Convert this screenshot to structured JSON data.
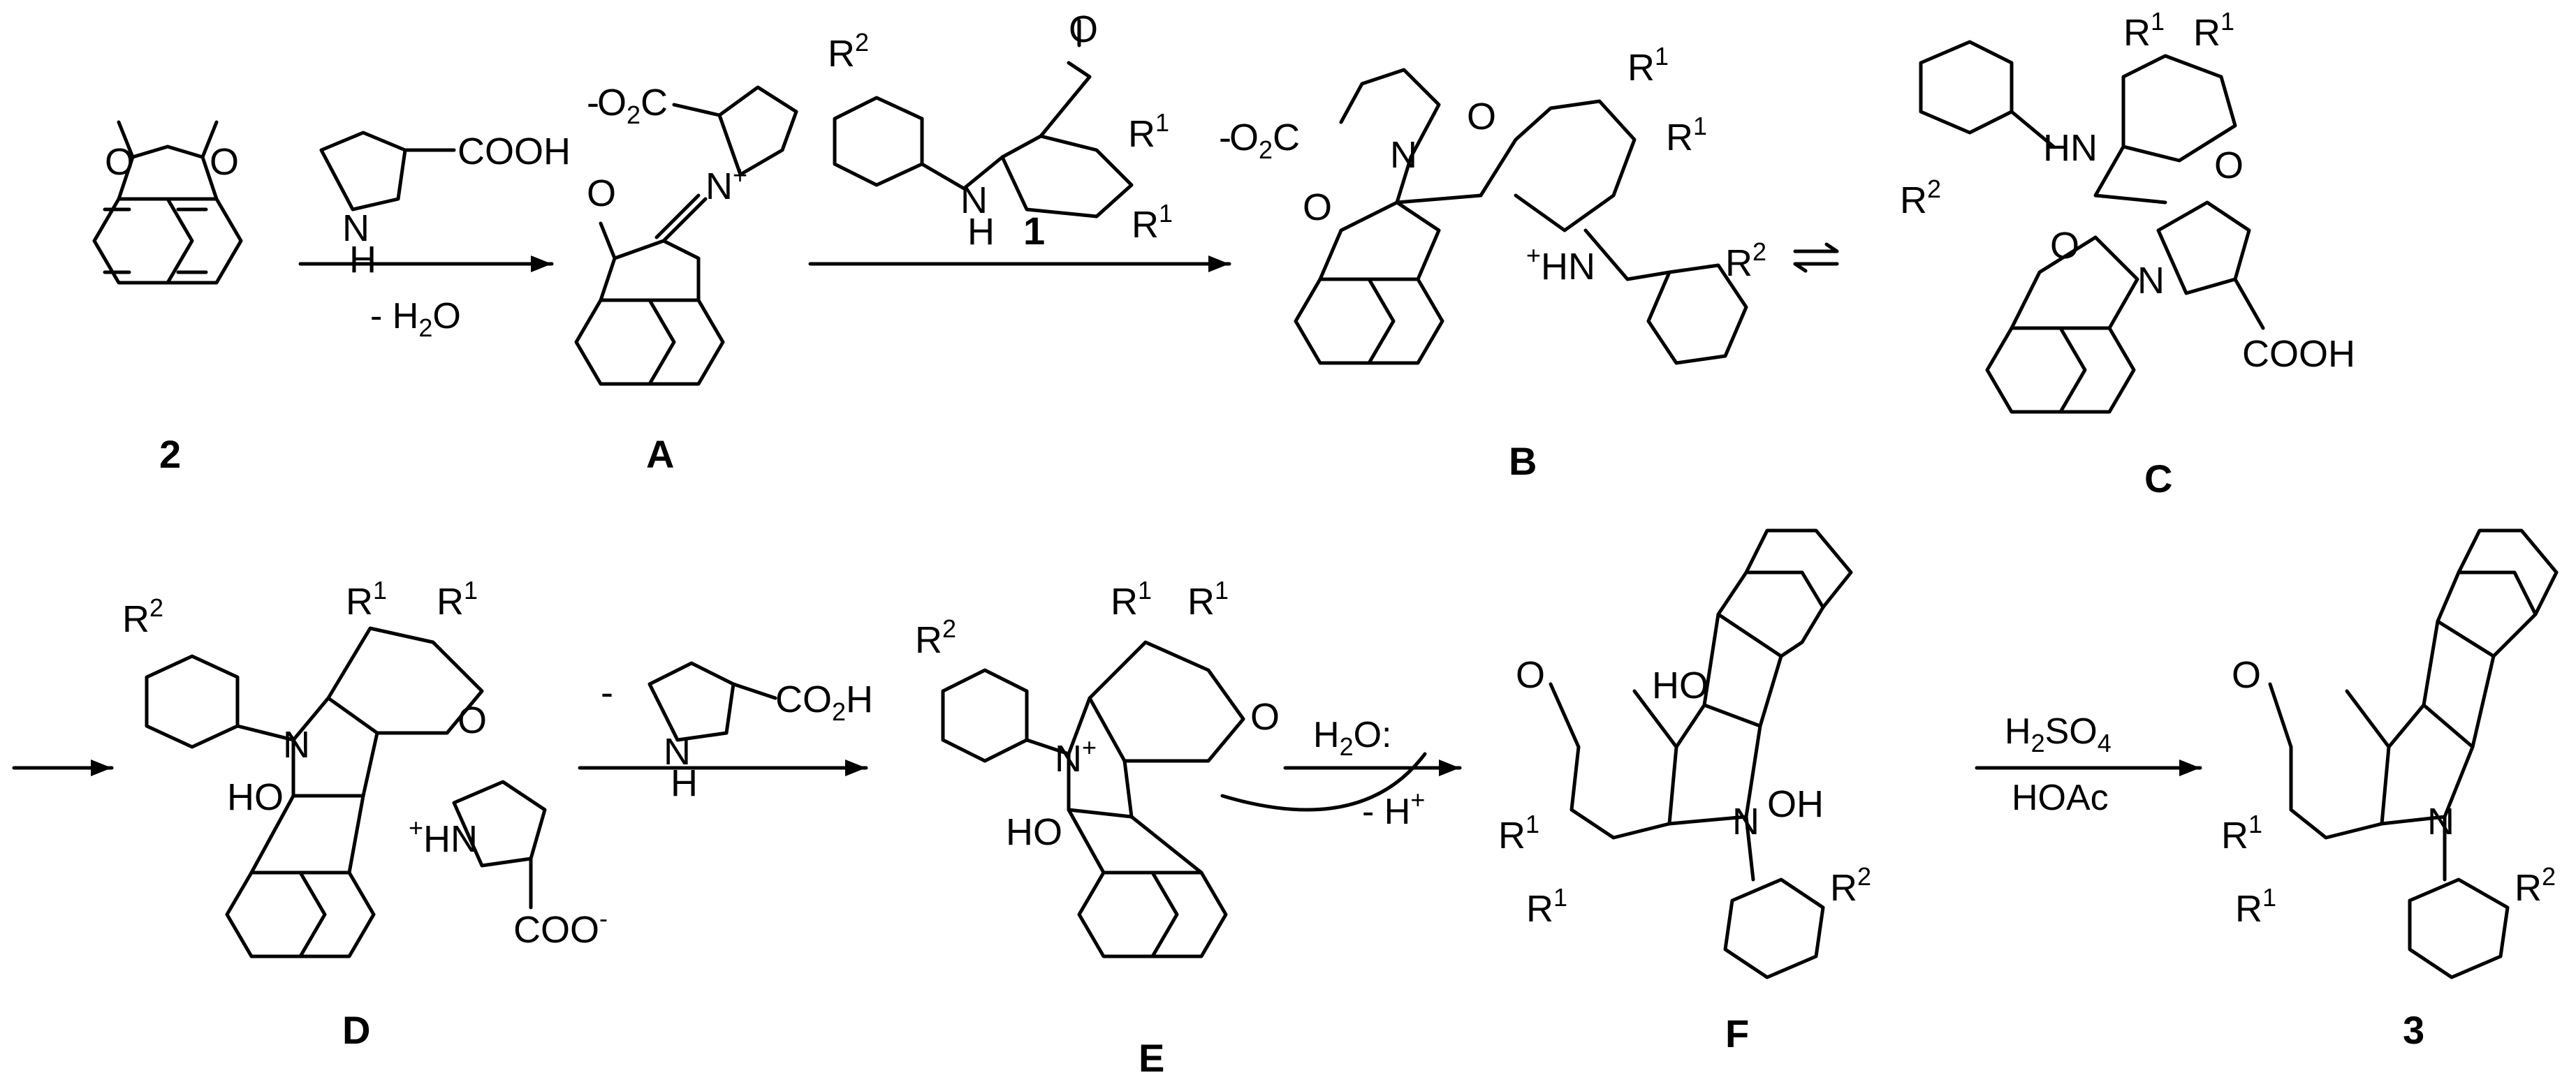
{
  "scheme": {
    "compound_labels": {
      "c2": "2",
      "A": "A",
      "B": "B",
      "C": "C",
      "D": "D",
      "E": "E",
      "F": "F",
      "c3": "3",
      "reagent1": "1"
    },
    "conditions": {
      "step1_above": "proline",
      "step1_below": "- H2O",
      "step5_below": "- H+",
      "step5_above": "H2O:",
      "final_above": "H2SO4",
      "final_below": "HOAc"
    },
    "atoms": {
      "O": "O",
      "N": "N",
      "H": "H",
      "HN": "HN",
      "NH": "NH",
      "COOH": "COOH",
      "CO2H": "CO2H",
      "COO": "COO",
      "HO": "HO",
      "OH": "OH",
      "R1": "R1",
      "R2": "R2",
      "O2C": "O2C"
    },
    "colors": {
      "ink": "#000000",
      "background": "#ffffff"
    }
  }
}
